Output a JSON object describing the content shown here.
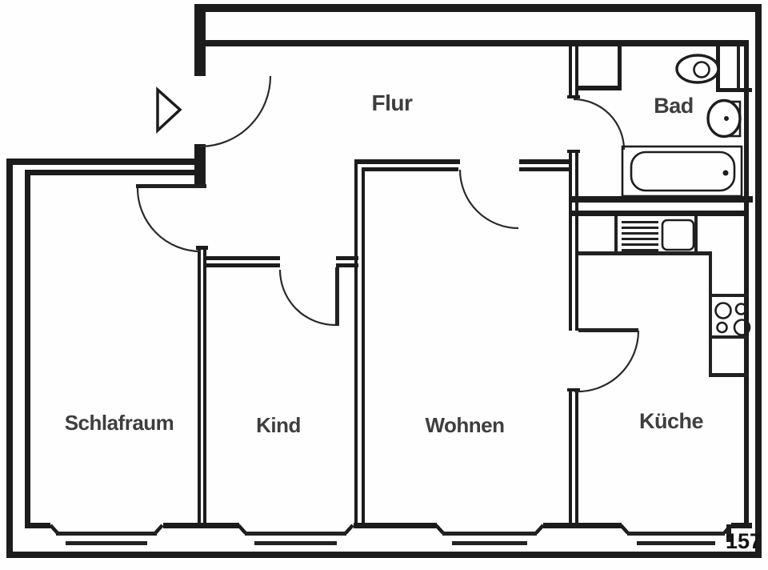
{
  "document": {
    "kind": "apartment floor plan (scanned)",
    "page_number": "157"
  },
  "rooms": {
    "flur": {
      "label": "Flur"
    },
    "bad": {
      "label": "Bad"
    },
    "schlafraum": {
      "label": "Schlafraum"
    },
    "kind": {
      "label": "Kind"
    },
    "wohnen": {
      "label": "Wohnen"
    },
    "kueche": {
      "label": "Küche"
    }
  },
  "fixtures": {
    "bad": [
      "toilet",
      "washbasin",
      "bathtub",
      "shaft"
    ],
    "kueche": [
      "counter",
      "stove",
      "sink",
      "cooktop-burners"
    ]
  },
  "icons": {
    "entrance_arrow": "triangle-right"
  },
  "colors": {
    "ink": "#1c1c1c",
    "label": "#3e3e3e",
    "background": "#fefefe"
  }
}
